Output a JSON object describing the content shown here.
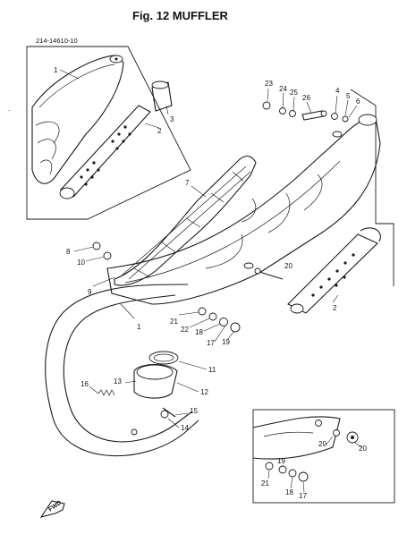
{
  "title": "Fig. 12  MUFFLER",
  "inset_part_number": "214-14610-10",
  "fwd_label": "FWD",
  "callouts": {
    "c1_top": "1",
    "c2_top": "2",
    "c3": "3",
    "c23": "23",
    "c24": "24",
    "c25": "25",
    "c26": "26",
    "c4": "4",
    "c5": "5",
    "c6": "6",
    "c7": "7",
    "c8": "8",
    "c10": "10",
    "c9": "9",
    "c20_mid": "20",
    "c2_mid": "2",
    "c1_mid": "1",
    "c21": "21",
    "c22": "22",
    "c18": "18",
    "c17": "17",
    "c19": "19",
    "c11": "11",
    "c12": "12",
    "c13": "13",
    "c16": "16",
    "c15": "15",
    "c14": "14",
    "c20_inset_a": "20",
    "c20_inset_b": "20",
    "c21_inset": "21",
    "c19_inset": "19",
    "c18_inset": "18",
    "c17_inset": "17"
  }
}
